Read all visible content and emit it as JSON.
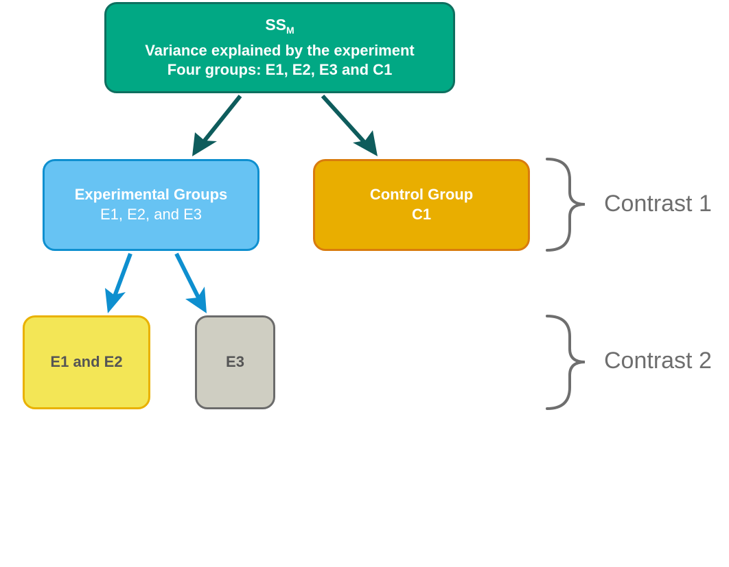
{
  "nodes": {
    "ssm": {
      "title": "SS",
      "title_sub": "M",
      "line1": "Variance explained by the experiment",
      "line2": "Four groups: E1, E2, E3 and C1"
    },
    "experimental": {
      "title": "Experimental Groups",
      "subtitle": "E1, E2, and E3"
    },
    "control": {
      "title": "Control Group",
      "subtitle": "C1"
    },
    "e1_e2": {
      "label": "E1 and E2"
    },
    "e3": {
      "label": "E3"
    }
  },
  "contrasts": {
    "contrast_1": "Contrast 1",
    "contrast_2": "Contrast 2"
  },
  "colors": {
    "ssm_fill": "#01a884",
    "ssm_border": "#0e6f5f",
    "experimental_fill": "#67c3f3",
    "experimental_border": "#0e8fcf",
    "control_fill": "#e9ae00",
    "control_border": "#d97b0e",
    "e1e2_fill": "#f3e656",
    "e1e2_border": "#e9b100",
    "e3_fill": "#cfcec2",
    "e3_border": "#6b6b6b",
    "arrow_dark": "#0e5c5c",
    "arrow_blue": "#0e8fcf",
    "brace": "#6e6e6e"
  }
}
